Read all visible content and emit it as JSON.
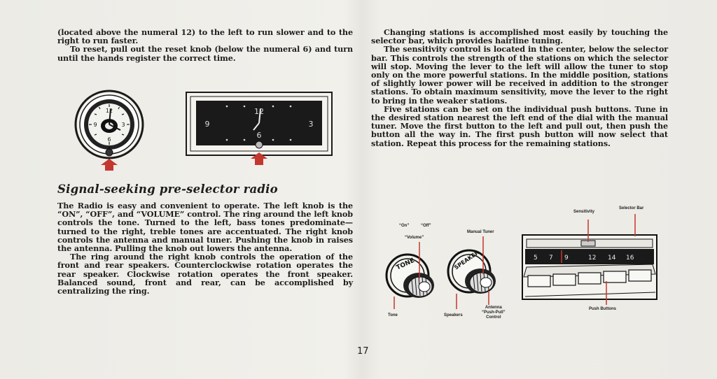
{
  "page_number": "17",
  "left_top": [
    "(located above the numeral 12) to the left to run slower and to the right to run faster.",
    "To reset, pull out the reset knob (below the numeral 6) and turn until the hands register the correct time."
  ],
  "heading": "Signal-seeking pre-selector radio",
  "left_body": [
    "The Radio is easy and convenient to operate. The left knob is the “ON”, “OFF”, and “VOLUME” control. The ring around the left knob controls the tone. Turned to the left, bass tones predominate—turned to the right, treble tones are accentuated. The right knob controls the antenna and manual tuner. Pushing the knob in raises the antenna. Pulling the knob out lowers the antenna.",
    "The ring around the right knob controls the operation of the front and rear speakers. Counterclockwise rotation operates the rear speaker. Clockwise rotation operates the front speaker. Balanced sound, front and rear, can be accomplished by centralizing the ring."
  ],
  "right_top": [
    "Changing stations is accomplished most easily by touching the selector bar, which provides hairline tuning.",
    "The sensitivity control is located in the center, below the selector bar. This controls the strength of the stations on which the selector will stop. Moving the lever to the left will allow the tuner to stop only on the more powerful stations. In the middle position, stations of slightly lower power will be received in addition to the stronger stations. To obtain maximum sensitivity, move the lever to the right to bring in the weaker stations.",
    "Five stations can be set on the individual push buttons. Tune in the desired station nearest the left end of the dial with the manual tuner. Move the first button to the left and pull out, then push the button all the way in. The first push button will now select that station. Repeat this process for the remaining stations."
  ],
  "clock_round": {
    "numerals": [
      "12",
      "3",
      "6",
      "9"
    ]
  },
  "clock_rect": {
    "numerals": [
      "12",
      "3",
      "6",
      "9"
    ]
  },
  "radio_labels": {
    "on": "“On”",
    "off": "“Off”",
    "volume": "“Volume”",
    "manual_tuner": "Manual Tuner",
    "sensitivity": "Sensitivity",
    "selector_bar": "Selector Bar",
    "tone": "Tone",
    "speakers": "Speakers",
    "antenna_1": "Antenna",
    "antenna_2": "“Push-Pull”",
    "antenna_3": "Control",
    "push_buttons": "Push Buttons"
  },
  "knob_labels": {
    "tone": "TONE",
    "speaker": "SPEAKER"
  },
  "dial_numbers": [
    "5",
    "7",
    "9",
    "12",
    "14",
    "16"
  ],
  "colors": {
    "arrow_red": "#c4372f",
    "page_bg": "#eeece7",
    "ink": "#1d1d1d"
  }
}
